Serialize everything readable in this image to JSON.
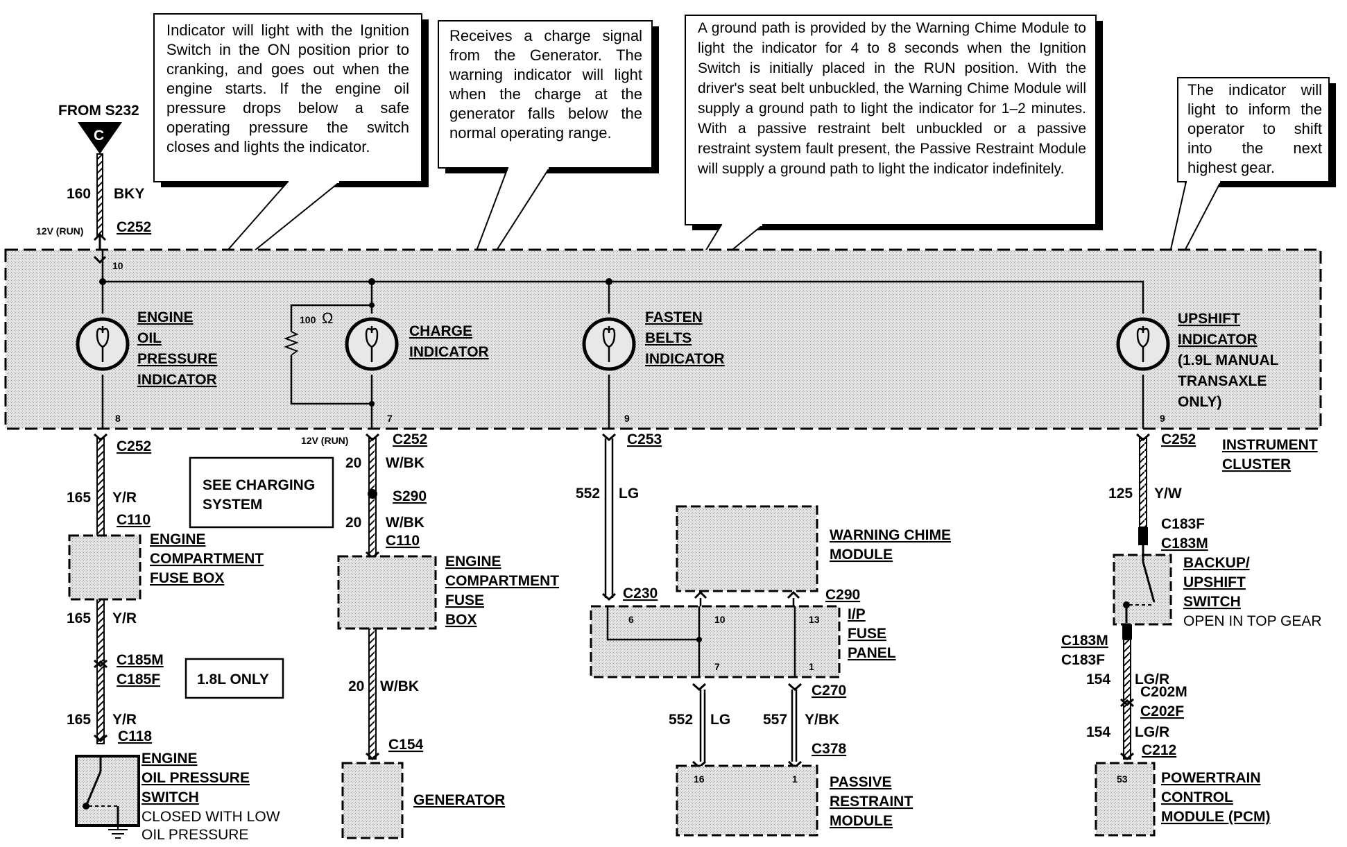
{
  "callouts": {
    "oil_pressure": "Indicator will light with the Ignition Switch in the ON position prior to cranking, and goes out when the engine starts. If the engine oil pressure drops below a safe operating pressure the switch closes and lights the indicator.",
    "charge": "Receives a charge signal from the Generator. The warning indicator will light when the charge at the generator falls below the normal operating range.",
    "ground_path": "A ground path is provided by the Warning Chime Module to light the indicator for 4 to 8 seconds when the Ignition Switch is initially placed in the RUN position. With the driver's seat belt unbuckled, the Warning Chime Module will supply a ground path to light the indicator for 1–2 minutes. With a passive restraint belt unbuckled or a passive restraint system fault present, the Passive Restraint Module will supply a ground path to light the indicator indefinitely.",
    "upshift": "The indicator will light to inform the operator to shift into the next highest gear."
  },
  "source": {
    "label": "FROM S232",
    "symbol": "C"
  },
  "instrument_cluster": {
    "line1": "INSTRUMENT",
    "line2": "CLUSTER"
  },
  "indicators": {
    "oil": [
      "ENGINE",
      "OIL",
      "PRESSURE",
      "INDICATOR"
    ],
    "charge": [
      "CHARGE",
      "INDICATOR"
    ],
    "belts": [
      "FASTEN",
      "BELTS",
      "INDICATOR"
    ],
    "upshift": [
      "UPSHIFT",
      "INDICATOR",
      "(1.9L MANUAL",
      "TRANSAXLE",
      "ONLY)"
    ]
  },
  "resistor": {
    "value": "100",
    "unit": "Ω"
  },
  "pins": {
    "p10": "10",
    "p8": "8",
    "p7": "7",
    "p9a": "9",
    "p9b": "9",
    "ip6": "6",
    "ip10": "10",
    "ip13": "13",
    "ip7": "7",
    "ip1": "1",
    "prm16": "16",
    "prm1": "1",
    "pcm53": "53"
  },
  "voltages": {
    "run1": "12V (RUN)",
    "run2": "12V (RUN)"
  },
  "connectors": {
    "c252_top": "C252",
    "c252_oil": "C252",
    "c252_charge": "C252",
    "c253": "C253",
    "c252_upshift": "C252",
    "c110_oil": "C110",
    "c110_charge": "C110",
    "c185m": "C185M",
    "c185f": "C185F",
    "c118": "C118",
    "s290": "S290",
    "c154": "C154",
    "c230": "C230",
    "c290": "C290",
    "c270": "C270",
    "c378": "C378",
    "c183f_a": "C183F",
    "c183m_a": "C183M",
    "c183m_b": "C183M",
    "c183f_b": "C183F",
    "c202m": "C202M",
    "c202f": "C202F",
    "c212": "C212"
  },
  "wires": {
    "w160": {
      "num": "160",
      "color": "BKY"
    },
    "w165a": {
      "num": "165",
      "color": "Y/R"
    },
    "w165b": {
      "num": "165",
      "color": "Y/R"
    },
    "w165c": {
      "num": "165",
      "color": "Y/R"
    },
    "w20a": {
      "num": "20",
      "color": "W/BK"
    },
    "w20b": {
      "num": "20",
      "color": "W/BK"
    },
    "w20c": {
      "num": "20",
      "color": "W/BK"
    },
    "w552a": {
      "num": "552",
      "color": "LG"
    },
    "w552b": {
      "num": "552",
      "color": "LG"
    },
    "w557": {
      "num": "557",
      "color": "Y/BK"
    },
    "w125": {
      "num": "125",
      "color": "Y/W"
    },
    "w154a": {
      "num": "154",
      "color": "LG/R"
    },
    "w154b": {
      "num": "154",
      "color": "LG/R"
    }
  },
  "notes": {
    "charging": [
      "SEE CHARGING",
      "SYSTEM"
    ],
    "only18": "1.8L ONLY"
  },
  "components": {
    "fusebox1": [
      "ENGINE",
      "COMPARTMENT",
      "FUSE BOX"
    ],
    "fusebox2": [
      "ENGINE",
      "COMPARTMENT",
      "FUSE",
      "BOX"
    ],
    "oil_switch": [
      "ENGINE",
      "OIL PRESSURE",
      "SWITCH"
    ],
    "oil_switch_note": [
      "CLOSED WITH LOW",
      "OIL PRESSURE"
    ],
    "generator": "GENERATOR",
    "chime": [
      "WARNING CHIME",
      "MODULE"
    ],
    "ip_fuse": [
      "I/P",
      "FUSE",
      "PANEL"
    ],
    "prm": [
      "PASSIVE",
      "RESTRAINT",
      "MODULE"
    ],
    "backup": [
      "BACKUP/",
      "UPSHIFT",
      "SWITCH"
    ],
    "backup_note": "OPEN IN TOP GEAR",
    "pcm": [
      "POWERTRAIN",
      "CONTROL",
      "MODULE (PCM)"
    ]
  }
}
